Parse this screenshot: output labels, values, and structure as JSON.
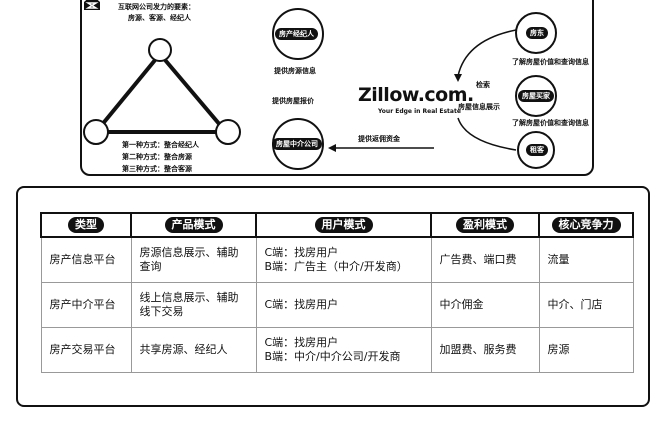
{
  "top_panel": {
    "triangle_caption_line1": "互联网公司发力的要素：",
    "triangle_caption_line2": "房源、客源、经纪人",
    "triangle_modes": [
      "第一种方式：整合经纪人",
      "第二种方式：整合房源",
      "第三种方式：整合客源"
    ],
    "left_circle_top_label": "房产经纪人",
    "left_circle_top_caption": "提供房源信息",
    "left_circle_bottom_caption": "提供房屋报价",
    "left_circle_bottom_label": "房屋中介公司",
    "bottom_arrow_label": "提供返佣资金",
    "right_arrow_label": "检索",
    "right_caption_under_zillow": "房屋信息展示",
    "right_circle_1_label": "房东",
    "right_circle_1_caption": "了解房屋价值和查询信息",
    "right_circle_2_label": "房屋买家",
    "right_circle_2_caption": "了解房屋价值和查询信息",
    "right_circle_3_label": "租客",
    "brand": "Zillow.com.",
    "brand_tagline": "Your Edge in Real Estate"
  },
  "table": {
    "headers": [
      "类型",
      "产品模式",
      "用户模式",
      "盈利模式",
      "核心竞争力"
    ],
    "rows": [
      {
        "type": "房产信息平台",
        "product": "房源信息展示、辅助查询",
        "users_line1": "C端：找房用户",
        "users_line2": "B端：广告主（中介/开发商）",
        "profit": "广告费、端口费",
        "core": "流量"
      },
      {
        "type": "房产中介平台",
        "product": "线上信息展示、辅助线下交易",
        "users_line1": "C端：找房用户",
        "users_line2": "",
        "profit": "中介佣金",
        "core": "中介、门店"
      },
      {
        "type": "房产交易平台",
        "product": "共享房源、经纪人",
        "users_line1": "C端：找房用户",
        "users_line2": "B端：中介/中介公司/开发商",
        "profit": "加盟费、服务费",
        "core": "房源"
      }
    ]
  }
}
